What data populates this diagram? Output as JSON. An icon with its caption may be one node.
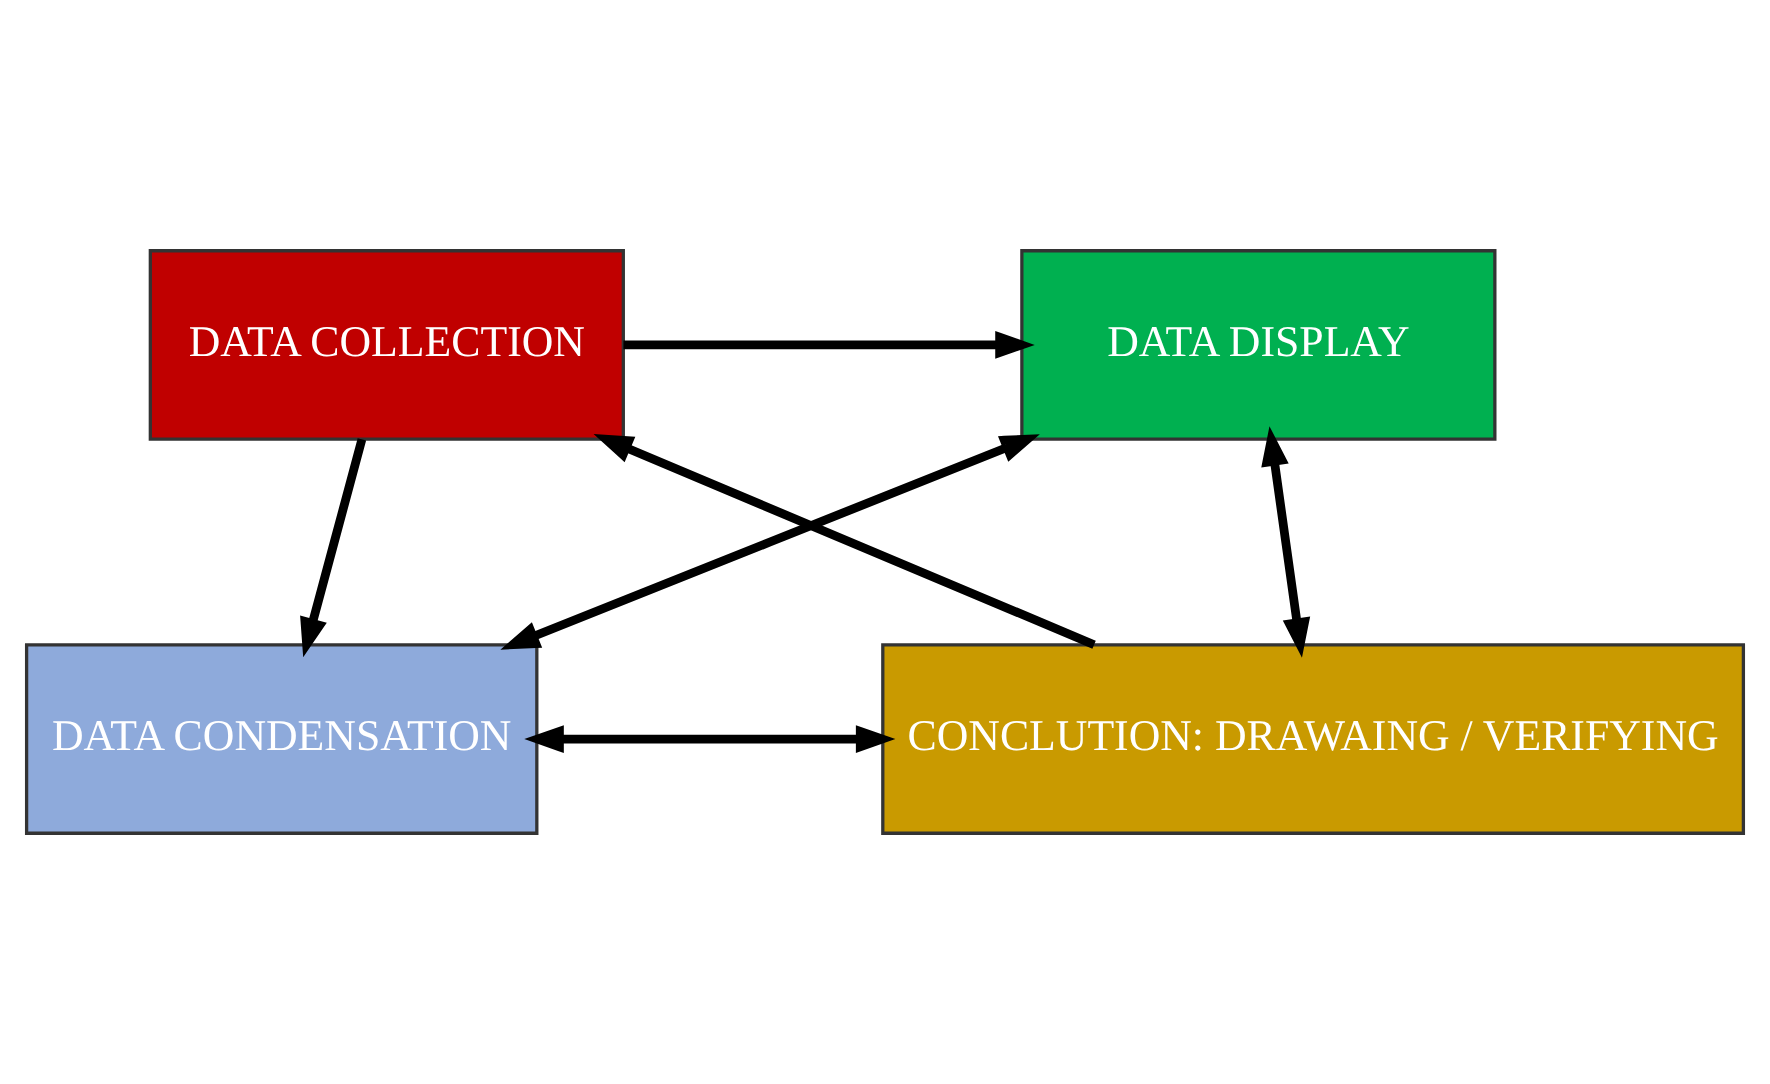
{
  "diagram": {
    "nodes": [
      {
        "text": [
          "DATA COLLECTION"
        ]
      },
      {
        "text": [
          "DATA DISPLAY"
        ]
      },
      {
        "text": [
          "DATA CONDENSATION"
        ]
      },
      {
        "text": [
          "CONCLUTION: DRAWAING / VERIFYING"
        ]
      }
    ],
    "edges": [
      {
        "from": 0,
        "to": 1,
        "arrow": "to"
      },
      {
        "from": 0,
        "to": 2,
        "arrow": "to"
      },
      {
        "from": 3,
        "to": 0,
        "arrow": "to"
      },
      {
        "from": 2,
        "to": 1,
        "arrow": "both"
      },
      {
        "from": 1,
        "to": 3,
        "arrow": "both"
      },
      {
        "from": 2,
        "to": 3,
        "arrow": "both"
      }
    ]
  }
}
